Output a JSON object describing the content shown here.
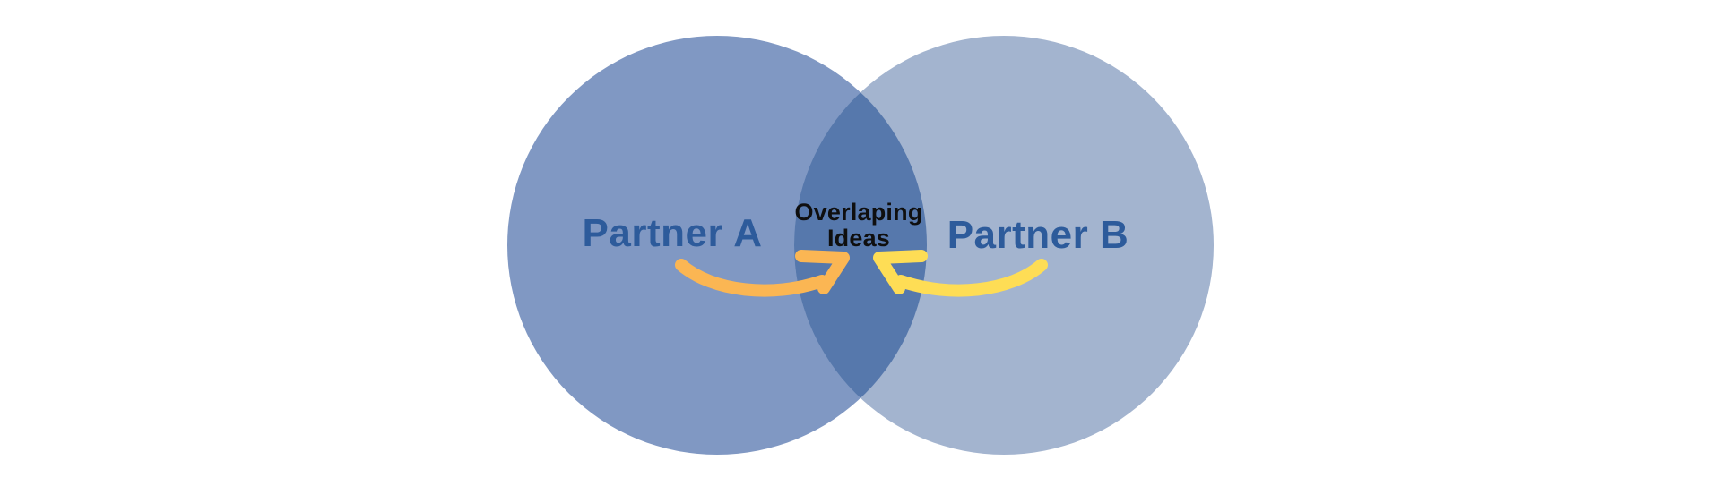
{
  "venn": {
    "background": "#ffffff",
    "left": {
      "label": "Partner A",
      "color": "#8098c3",
      "label_color": "#2d5b9b"
    },
    "right": {
      "label": "Partner B",
      "color": "#a3b4cf",
      "label_color": "#2d5b9b"
    },
    "overlap": {
      "line1": "Overlaping",
      "line2": "Ideas",
      "color": "#5678ac",
      "label_color": "#0f0f0f"
    },
    "arrows": {
      "left": {
        "color": "#fbb653"
      },
      "right": {
        "color": "#fedd55"
      }
    }
  }
}
